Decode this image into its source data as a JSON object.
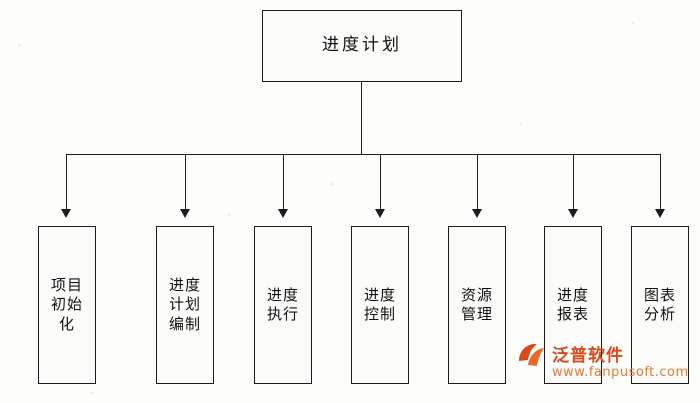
{
  "diagram": {
    "title": "进度计划",
    "root": {
      "label": "进度计划"
    },
    "leaves": [
      {
        "label": "项目初始化"
      },
      {
        "label": "进度计划编制"
      },
      {
        "label": "进度执行"
      },
      {
        "label": "进度控制"
      },
      {
        "label": "资源管理"
      },
      {
        "label": "进度报表"
      },
      {
        "label": "图表分析"
      }
    ]
  },
  "watermark": {
    "brand": "泛普软件",
    "url": "www.fanpusoft.com",
    "brand_color": "#d94a1b",
    "url_color": "#e07a3a"
  }
}
